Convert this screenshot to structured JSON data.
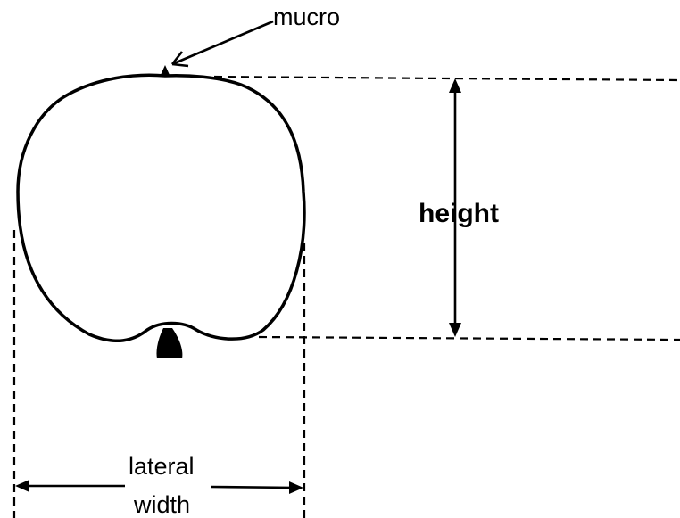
{
  "labels": {
    "mucro": "mucro",
    "height": "height",
    "lateral_width_line1": "lateral",
    "lateral_width_line2": "width"
  },
  "colors": {
    "ink": "#000000",
    "background": "#ffffff"
  }
}
